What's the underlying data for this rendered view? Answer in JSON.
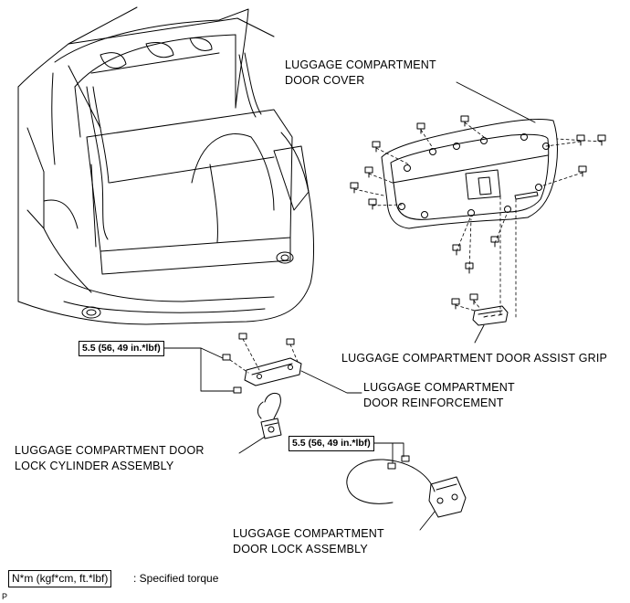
{
  "labels": {
    "door_cover": [
      "LUGGAGE COMPARTMENT",
      "DOOR COVER"
    ],
    "assist_grip": "LUGGAGE COMPARTMENT DOOR ASSIST GRIP",
    "reinforcement": [
      "LUGGAGE COMPARTMENT",
      "DOOR REINFORCEMENT"
    ],
    "lock_cylinder": [
      "LUGGAGE COMPARTMENT DOOR",
      "LOCK CYLINDER ASSEMBLY"
    ],
    "door_lock": [
      "LUGGAGE COMPARTMENT",
      "DOOR LOCK ASSEMBLY"
    ]
  },
  "torque": {
    "reinforcement": "5.5 (56, 49 in.*lbf)",
    "door_lock": "5.5 (56, 49 in.*lbf)"
  },
  "legend": {
    "unit_box": "N*m (kgf*cm, ft.*lbf)",
    "description": ": Specified torque"
  },
  "figure_code": "P"
}
